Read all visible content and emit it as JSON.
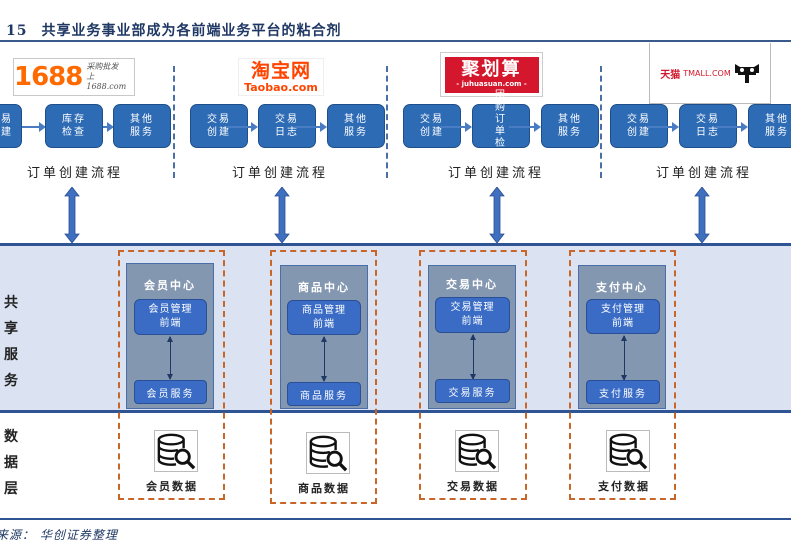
{
  "figure": {
    "number": "15",
    "title": "共享业务事业部成为各前端业务平台的粘合剂"
  },
  "platforms": [
    {
      "name": "1688",
      "logo": {
        "main": "1688",
        "sub_top": "采购批发",
        "sub_bottom": "上1688.com",
        "color": "#ff6a00"
      },
      "flow": [
        "易建",
        "库存检查",
        "其他服务"
      ],
      "flow_caption": "订单创建流程"
    },
    {
      "name": "淘宝网",
      "logo": {
        "main": "淘宝网",
        "sub": "Taobao.com",
        "color": "#ff4400"
      },
      "flow": [
        "交易创建",
        "交易日志",
        "其他服务"
      ],
      "flow_caption": "订单创建流程"
    },
    {
      "name": "聚划算",
      "logo": {
        "main": "聚划算",
        "sub": "- juhuasuan.com -",
        "bg_color": "#d4172c"
      },
      "flow": [
        "交易创建",
        "团购订单检查",
        "其他服务"
      ],
      "flow_caption": "订单创建流程"
    },
    {
      "name": "天猫",
      "logo": {
        "main": "天猫",
        "sub": "TMALL.COM",
        "color": "#d4172c"
      },
      "flow": [
        "交易创建",
        "交易日志",
        "其他服务"
      ],
      "flow_caption": "订单创建流程"
    }
  ],
  "layers": {
    "shared": "共享服务",
    "data": "数据层"
  },
  "centers": [
    {
      "title": "会员中心",
      "mgmt_line1": "会员管理",
      "mgmt_line2": "前端",
      "service": "会员服务",
      "data": "会员数据"
    },
    {
      "title": "商品中心",
      "mgmt_line1": "商品管理",
      "mgmt_line2": "前端",
      "service": "商品服务",
      "data": "商品数据"
    },
    {
      "title": "交易中心",
      "mgmt_line1": "交易管理",
      "mgmt_line2": "前端",
      "service": "交易服务",
      "data": "交易数据"
    },
    {
      "title": "支付中心",
      "mgmt_line1": "支付管理",
      "mgmt_line2": "前端",
      "service": "支付服务",
      "data": "支付数据"
    }
  ],
  "source": "资料来源：华创证券整理",
  "source_visible": "来源： 华创证券整理",
  "colors": {
    "title": "#1f3864",
    "flow_box": "#2e6bb5",
    "shared_band": "#dbe3f3",
    "center_panel": "#8497b0",
    "dash_border": "#c8662a"
  }
}
